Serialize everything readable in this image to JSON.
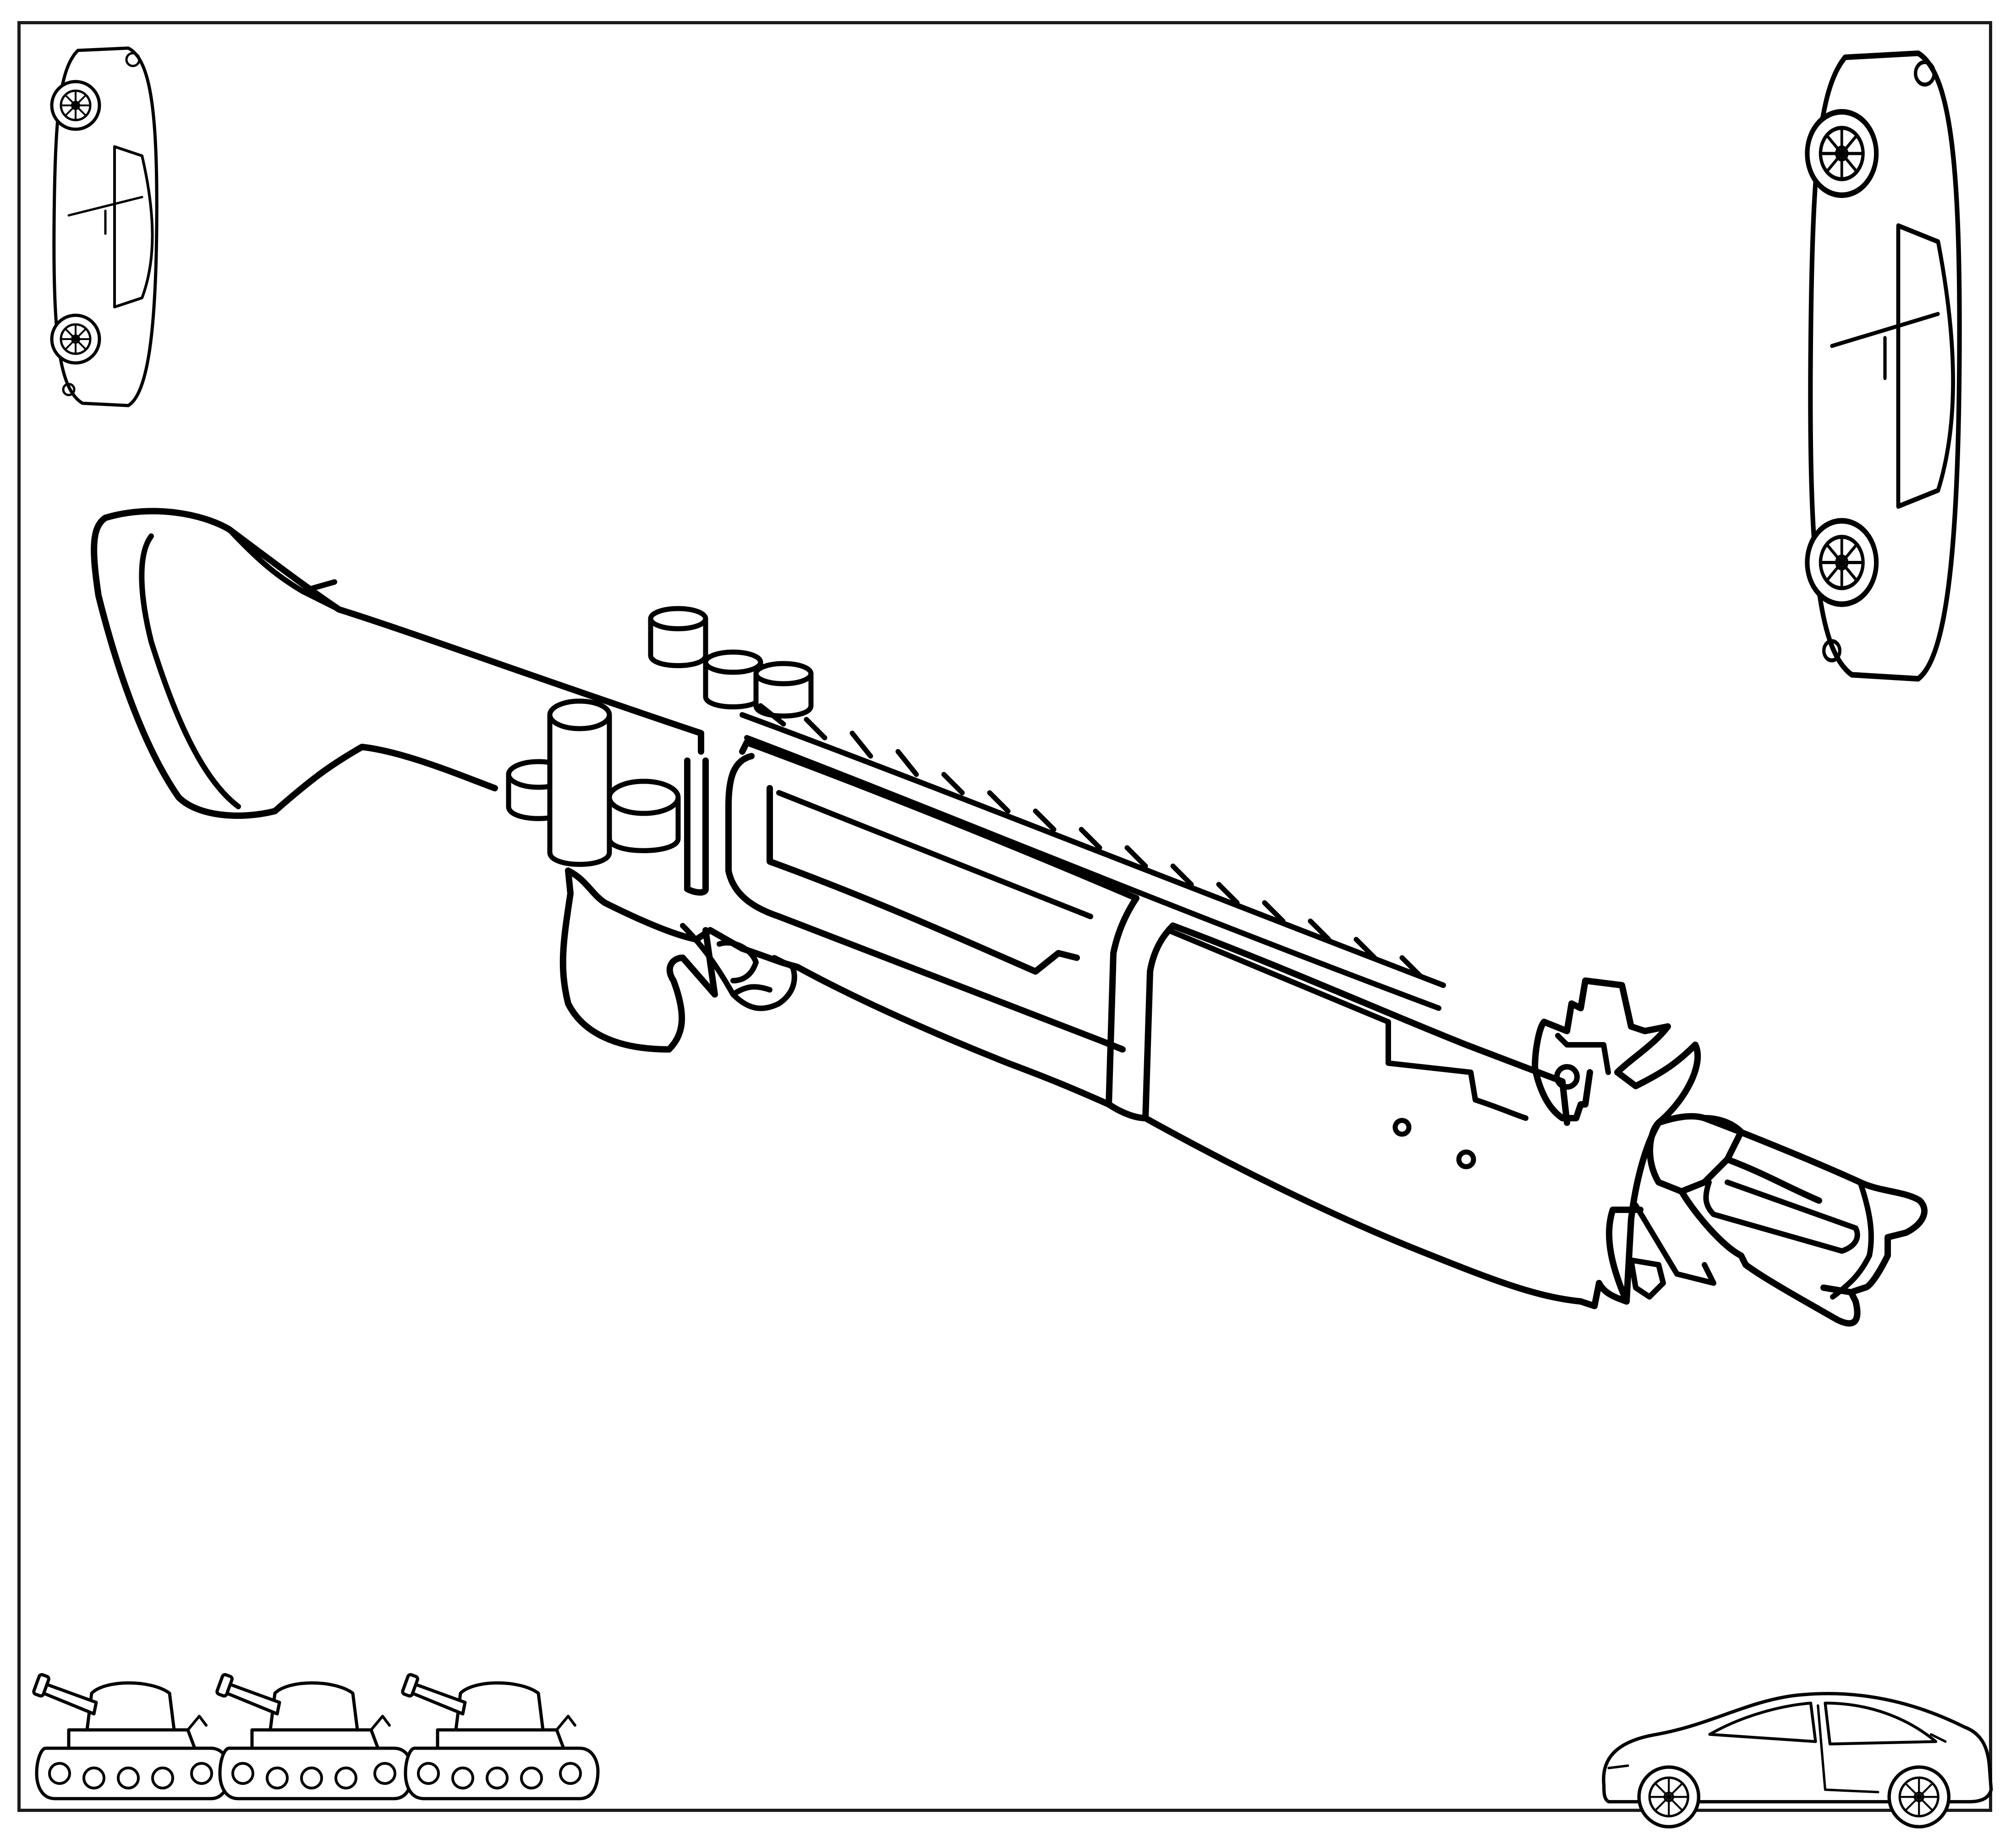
{
  "page": {
    "background": "#ffffff",
    "line_color": "#000000",
    "frame_color": "#1b1b1b"
  },
  "illustration": {
    "subject": "shotgun-outline-icon",
    "style": "black-outline-coloring-page"
  },
  "decorations": [
    {
      "icon": "sedan-top-view-icon",
      "corner": "top-left"
    },
    {
      "icon": "sedan-top-view-icon",
      "corner": "top-right"
    },
    {
      "icon": "tank-icon",
      "corner": "bottom-left",
      "count": 3
    },
    {
      "icon": "coupe-side-view-icon",
      "corner": "bottom-right"
    }
  ]
}
